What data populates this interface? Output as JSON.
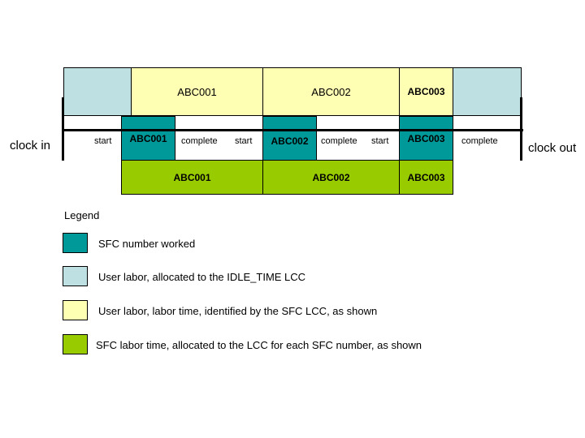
{
  "timeline": {
    "top_row": [
      "ABC001",
      "ABC002",
      "ABC003"
    ],
    "worked": [
      "ABC001",
      "ABC002",
      "ABC003"
    ],
    "sfc_row": [
      "ABC001",
      "ABC002",
      "ABC003"
    ],
    "events": {
      "start1": "start",
      "complete1": "complete",
      "start2": "start",
      "complete2": "complete",
      "start3": "start",
      "complete3": "complete"
    },
    "clock_in": "clock in",
    "clock_out": "clock out"
  },
  "legend": {
    "title": "Legend",
    "items": [
      {
        "label": "SFC number worked",
        "color": "#009999"
      },
      {
        "label": "User labor, allocated to the IDLE_TIME LCC",
        "color": "#bfe0e2"
      },
      {
        "label": "User labor, labor time, identified by the SFC LCC, as shown",
        "color": "#ffffb3"
      },
      {
        "label": "SFC labor time, allocated to the LCC for each SFC number, as shown",
        "color": "#99cc00"
      }
    ]
  },
  "colors": {
    "worked": "#009999",
    "idle": "#bfe0e2",
    "labor": "#ffffb3",
    "sfc": "#99cc00"
  }
}
